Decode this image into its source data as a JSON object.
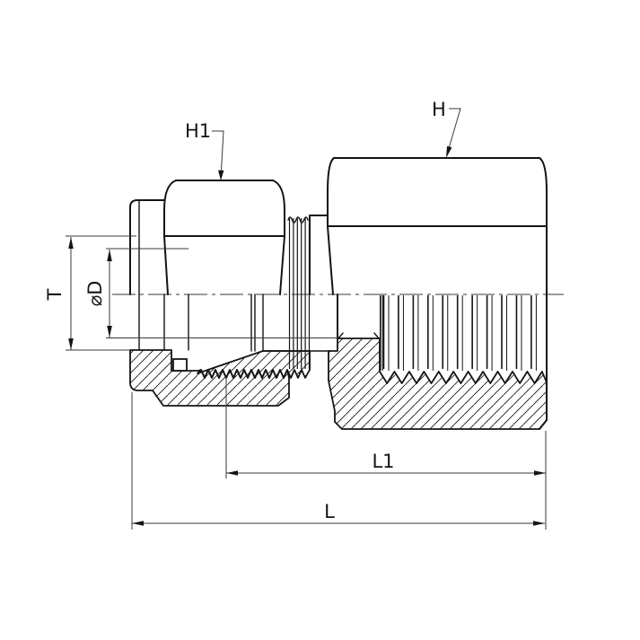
{
  "page": {
    "background": "#ffffff",
    "line_color": "#141414"
  },
  "drawing": {
    "kind": "fitting cross-section technical drawing",
    "dimension_labels": {
      "h1": "H1",
      "h": "H",
      "t": "T",
      "d": "⌀D",
      "l1": "L1",
      "l": "L"
    }
  }
}
